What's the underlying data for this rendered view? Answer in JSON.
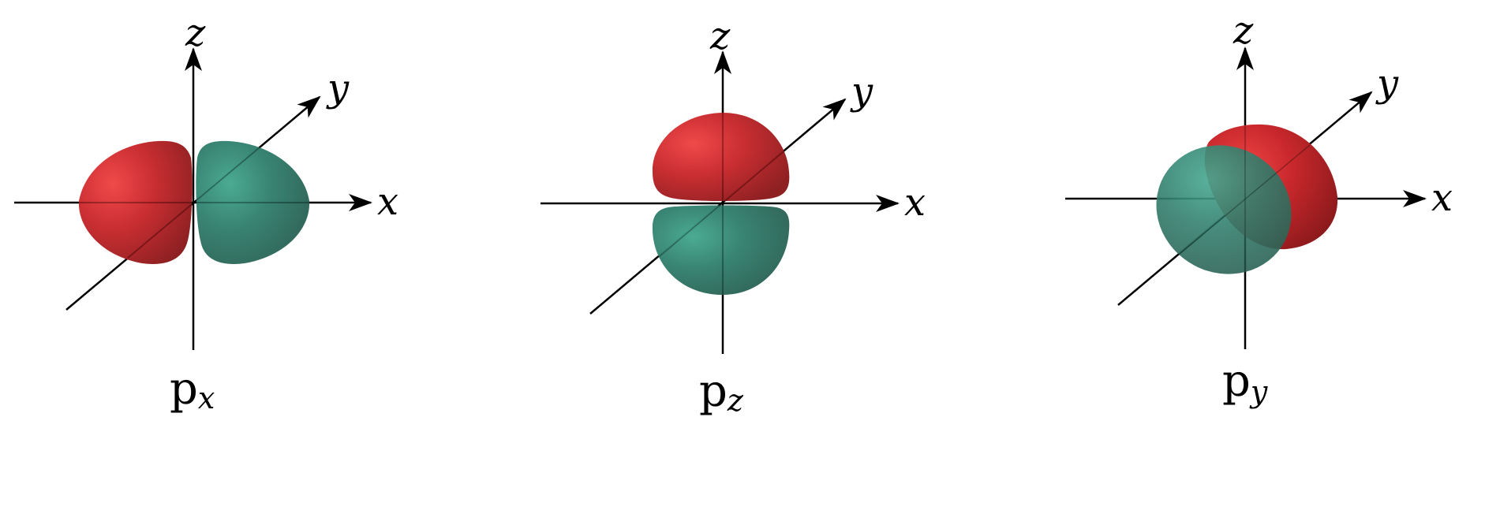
{
  "diagram": {
    "subject": "p atomic orbitals",
    "colors": {
      "positive_lobe": "#c8282c",
      "positive_highlight": "#f04444",
      "positive_shadow": "#8c1a1c",
      "negative_lobe": "#2f7a68",
      "negative_highlight": "#45a890",
      "negative_shadow": "#2a5f52",
      "axis": "#000000",
      "background": "#ffffff"
    },
    "panels": [
      {
        "id": "px",
        "label_main": "p",
        "label_sub": "x",
        "axes": {
          "x": "x",
          "y": "y",
          "z": "z"
        },
        "lobe_orientation": "along x-axis (red at -x, green at +x)"
      },
      {
        "id": "pz",
        "label_main": "p",
        "label_sub": "z",
        "axes": {
          "x": "x",
          "y": "y",
          "z": "z"
        },
        "lobe_orientation": "along z-axis (red at +z, green at -z)"
      },
      {
        "id": "py",
        "label_main": "p",
        "label_sub": "y",
        "axes": {
          "x": "x",
          "y": "y",
          "z": "z"
        },
        "lobe_orientation": "along y-axis (red at +y behind, green at -y in front)"
      }
    ]
  }
}
